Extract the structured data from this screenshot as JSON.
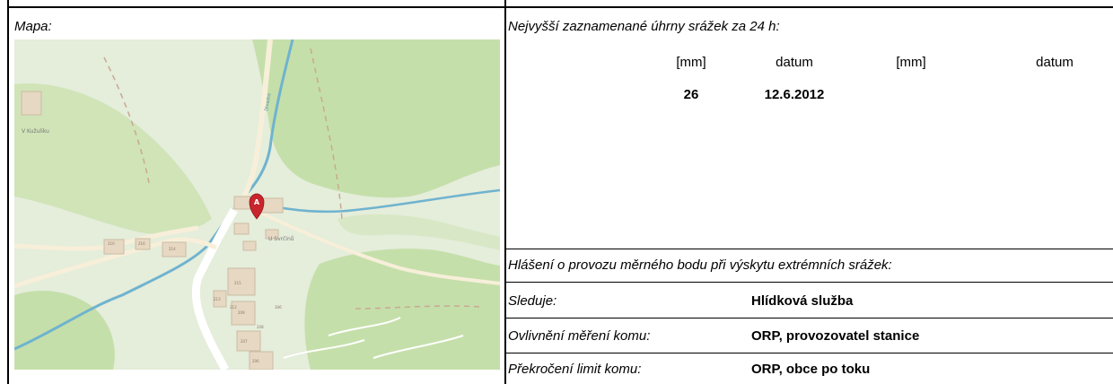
{
  "map_section": {
    "label": "Mapa:",
    "map_labels": {
      "locality_1": "V Kužuliku",
      "locality_2": "U Svrčinů",
      "stream": "Divadce",
      "marker": "A"
    },
    "house_numbers": [
      "210",
      "216",
      "214",
      "213",
      "215",
      "212",
      "209",
      "208",
      "207",
      "306",
      "206"
    ]
  },
  "rainfall": {
    "title": "Nejvyšší zaznamenané úhrny srážek za 24 h:",
    "columns": [
      "[mm]",
      "datum",
      "[mm]",
      "datum"
    ],
    "rows": [
      [
        "26",
        "12.6.2012",
        "",
        ""
      ]
    ]
  },
  "report": {
    "title": "Hlášení o provozu měrného bodu při výskytu extrémních srážek:",
    "rows": [
      {
        "label": "Sleduje:",
        "value": "Hlídková služba"
      },
      {
        "label": "Ovlivnění měření komu:",
        "value": "ORP, provozovatel stanice"
      },
      {
        "label": "Překročení limit komu:",
        "value": "ORP, obce po toku"
      }
    ]
  },
  "colors": {
    "map_background": "#e5eddb",
    "forest": "#c5dfaa",
    "road": "#f7efd9",
    "main_road": "#ffffff",
    "river": "#6fb3cf",
    "building": "#e6d8c2",
    "marker": "#c8252c"
  }
}
